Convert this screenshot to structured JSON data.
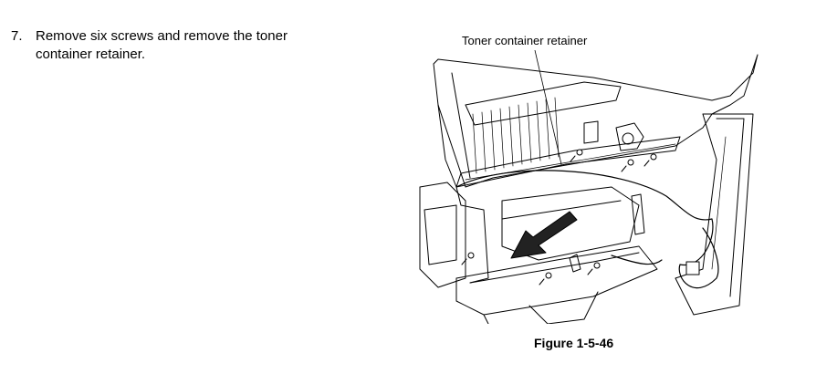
{
  "step": {
    "number": "7.",
    "text": "Remove six screws and remove the toner container retainer."
  },
  "figure": {
    "callout": "Toner container retainer",
    "caption": "Figure 1-5-46"
  }
}
